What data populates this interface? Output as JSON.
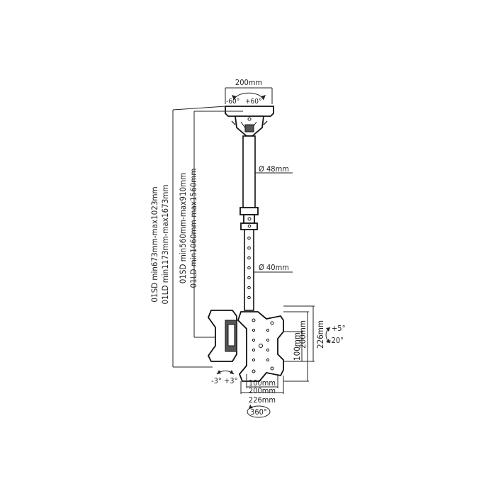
{
  "labels": {
    "top_width": "200mm",
    "top_rotation_left": "-60°",
    "top_rotation_right": "+60°",
    "upper_tube_diameter": "48mm",
    "lower_tube_diameter": "40mm",
    "diameter_symbol": "Ø",
    "plate_height_inner": "100mm",
    "plate_height_outer": "200mm",
    "plate_height_total": "226mm",
    "tilt_up": "+5°",
    "tilt_down": "-20°",
    "swivel_left": "-3°",
    "swivel_right": "+3°",
    "plate_width_inner": "100mm",
    "plate_width_outer": "200mm",
    "plate_width_total": "226mm",
    "full_rotation": "360°"
  },
  "lengths": {
    "outer_line1": "01SD min673mm-max1023mm",
    "outer_line2": "01LD min1173mm-max1673mm",
    "inner_line1": "01SD min560mm-max910mm",
    "inner_line2": "01LD min1060mm-max1560mm"
  }
}
